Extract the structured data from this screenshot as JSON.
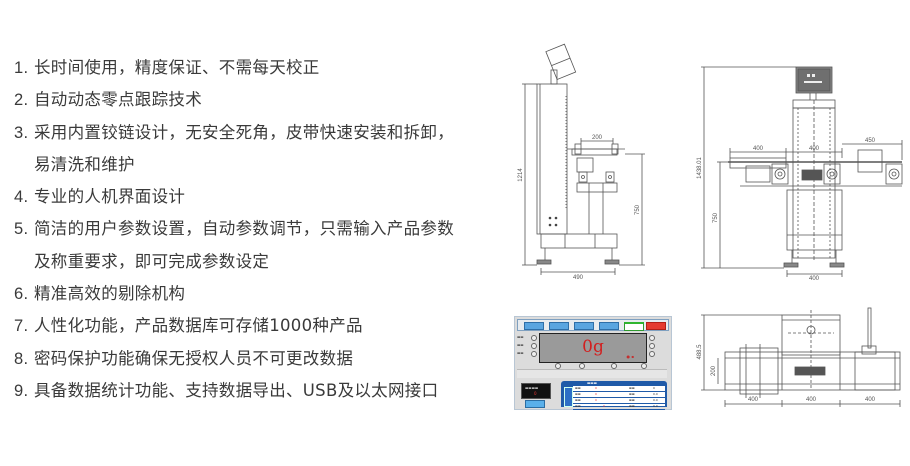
{
  "features": [
    {
      "num": "1.",
      "text": "长时间使用，精度保证、不需每天校正"
    },
    {
      "num": "2.",
      "text": "自动动态零点跟踪技术"
    },
    {
      "num": "3.",
      "text": "采用内置铰链设计，无安全死角，皮带快速安装和拆卸，"
    },
    {
      "num": "",
      "text": "易清洗和维护"
    },
    {
      "num": "4.",
      "text": "专业的人机界面设计"
    },
    {
      "num": "5.",
      "text": "简洁的用户参数设置，自动参数调节，只需输入产品参数"
    },
    {
      "num": "",
      "text": "及称重要求，即可完成参数设定"
    },
    {
      "num": "6.",
      "text": "精准高效的剔除机构"
    },
    {
      "num": "7.",
      "text": "人性化功能，产品数据库可存储1000种产品"
    },
    {
      "num": "8.",
      "text": "密码保护功能确保无授权人员不可更改数据"
    },
    {
      "num": "9.",
      "text": "具备数据统计功能、支持数据导出、USB及以太网接口"
    }
  ],
  "side_view": {
    "dim_total_height": "1214",
    "dim_conveyor_height": "750",
    "dim_top_width": "200",
    "dim_base_width": "490"
  },
  "front_view": {
    "dim_total_height": "1438.01",
    "dim_conveyor_height": "750",
    "dim_left_section": "400",
    "dim_mid_section": "400",
    "dim_right_section": "450",
    "dim_base_width": "400"
  },
  "top_view": {
    "dim_depth": "488.5",
    "dim_belt_width": "200",
    "dim_section_1": "400",
    "dim_section_2": "400",
    "dim_section_3": "400"
  },
  "hmi": {
    "weight_display": "0g",
    "colors": {
      "button_blue": "#5aa5e0",
      "button_green": "#2fb52f",
      "button_red": "#e53a2f",
      "display_text": "#d21f1f",
      "panel_blue": "#1f5aa8"
    }
  }
}
